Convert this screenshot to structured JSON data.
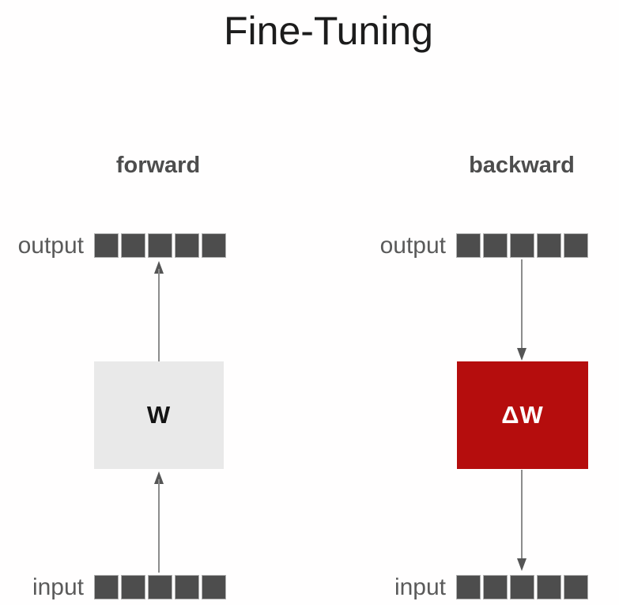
{
  "title": "Fine-Tuning",
  "colors": {
    "background": "#fffefe",
    "title_text": "#1c1c1c",
    "heading_text": "#4d4d4d",
    "label_text": "#5a5a5a",
    "square_fill": "#4d4d4d",
    "square_border": "#b0b0b0",
    "w_box_bg": "#e9e9e9",
    "w_box_text": "#141414",
    "delta_w_box_bg": "#b50d0d",
    "delta_w_box_text": "#ffffff",
    "arrow_line": "#8c8c8c",
    "arrow_head": "#555555"
  },
  "columns": [
    {
      "heading": "forward",
      "direction": "up",
      "output_label": "output",
      "input_label": "input",
      "weight_label": "W",
      "squares_per_row": 5
    },
    {
      "heading": "backward",
      "direction": "down",
      "output_label": "output",
      "input_label": "input",
      "weight_label": "ΔW",
      "squares_per_row": 5
    }
  ]
}
